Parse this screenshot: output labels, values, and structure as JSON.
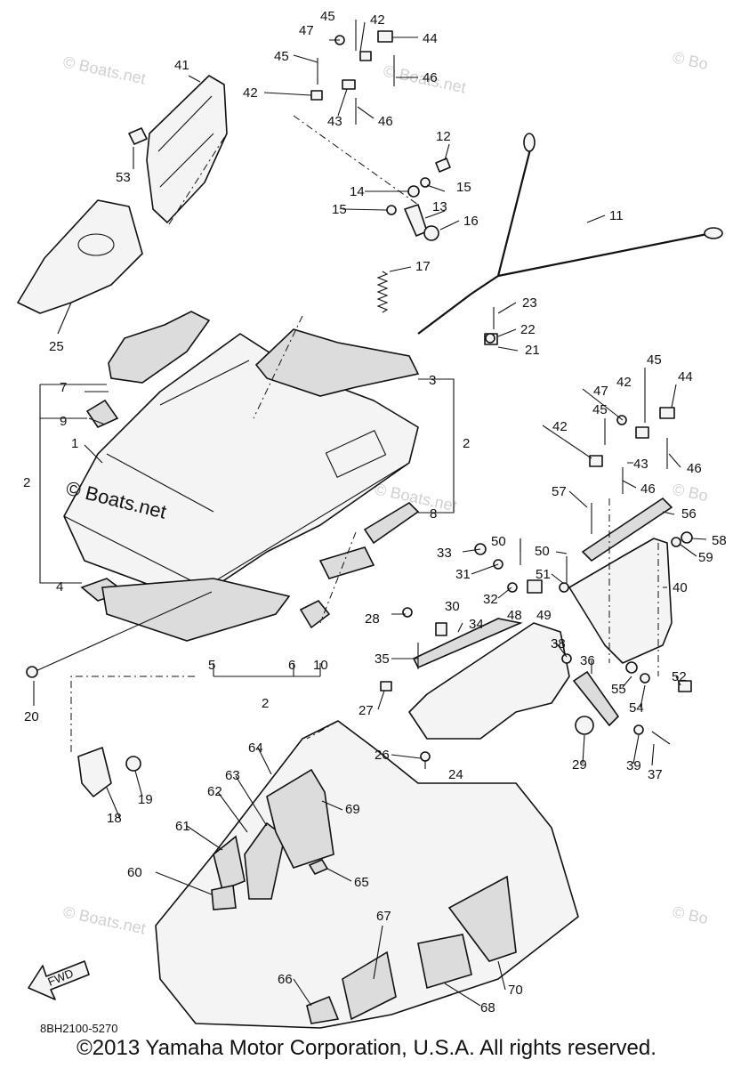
{
  "diagram_code": "8BH2100-5270",
  "watermark": "© Boats.net",
  "watermark_short": "© Bo",
  "fwd_label": "FWD",
  "copyright": "©2013 Yamaha Motor Corporation, U.S.A. All rights reserved.",
  "callouts": {
    "n1": "1",
    "n2a": "2",
    "n2b": "2",
    "n2c": "2",
    "n3": "3",
    "n4": "4",
    "n5": "5",
    "n6": "6",
    "n7": "7",
    "n8": "8",
    "n9": "9",
    "n10": "10",
    "n11": "11",
    "n12": "12",
    "n13": "13",
    "n14": "14",
    "n15a": "15",
    "n15b": "15",
    "n16": "16",
    "n17": "17",
    "n18": "18",
    "n19": "19",
    "n20": "20",
    "n21": "21",
    "n22": "22",
    "n23": "23",
    "n24": "24",
    "n25": "25",
    "n26": "26",
    "n27": "27",
    "n28": "28",
    "n29": "29",
    "n30": "30",
    "n31": "31",
    "n32": "32",
    "n33": "33",
    "n34": "34",
    "n35": "35",
    "n36": "36",
    "n37": "37",
    "n38": "38",
    "n39": "39",
    "n40": "40",
    "n41": "41",
    "n42a": "42",
    "n42b": "42",
    "n42c": "42",
    "n42d": "42",
    "n43a": "43",
    "n43b": "43",
    "n44a": "44",
    "n44b": "44",
    "n45a": "45",
    "n45b": "45",
    "n45c": "45",
    "n45d": "45",
    "n46a": "46",
    "n46b": "46",
    "n46c": "46",
    "n46d": "46",
    "n47a": "47",
    "n47b": "47",
    "n48": "48",
    "n49": "49",
    "n50a": "50",
    "n50b": "50",
    "n51": "51",
    "n52": "52",
    "n53": "53",
    "n54": "54",
    "n55": "55",
    "n56": "56",
    "n57": "57",
    "n58": "58",
    "n59": "59",
    "n60": "60",
    "n61": "61",
    "n62": "62",
    "n63": "63",
    "n64": "64",
    "n65": "65",
    "n66": "66",
    "n67": "67",
    "n68": "68",
    "n69": "69",
    "n70": "70"
  }
}
